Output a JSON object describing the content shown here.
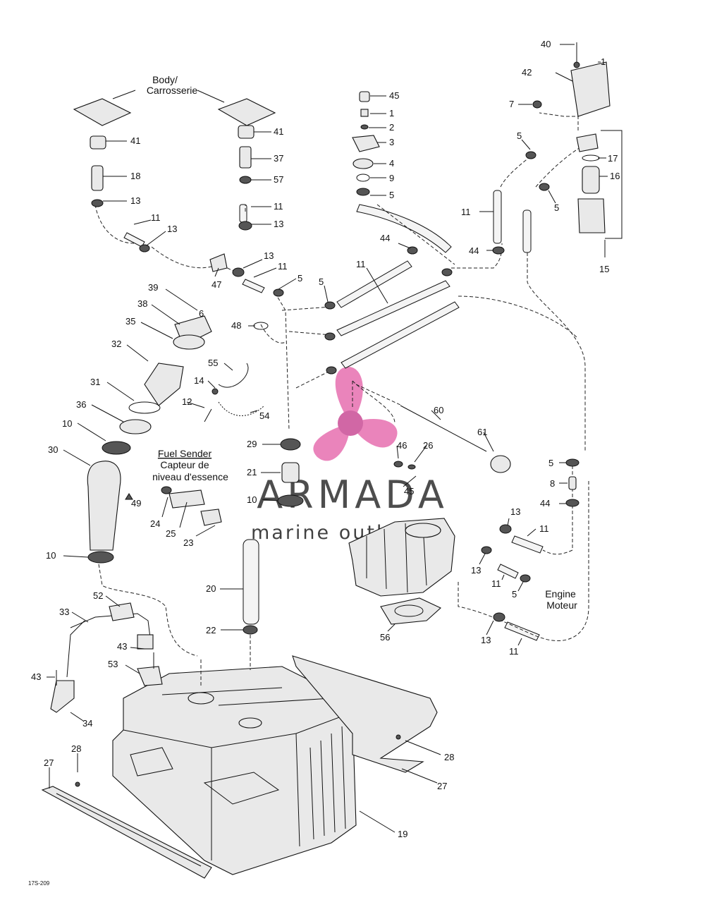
{
  "diagram": {
    "figure_code": "17S-209",
    "notes": {
      "body": [
        "Body/",
        "Carrosserie"
      ],
      "fuel_sender": [
        "Fuel Sender",
        "Capteur de",
        "niveau d'essence"
      ],
      "engine": [
        "Engine",
        "Moteur"
      ]
    },
    "watermark": {
      "brand": "ARMADA",
      "tagline": "marine outboards",
      "colors": {
        "propeller": "#e76fb0",
        "hub": "#c94d96",
        "text": "#8f8f8f"
      }
    },
    "callouts": [
      {
        "id": "c40",
        "text": "40"
      },
      {
        "id": "c1a",
        "text": "1"
      },
      {
        "id": "c42",
        "text": "42"
      },
      {
        "id": "c7",
        "text": "7"
      },
      {
        "id": "c5a",
        "text": "5"
      },
      {
        "id": "c17",
        "text": "17"
      },
      {
        "id": "c16",
        "text": "16"
      },
      {
        "id": "c5b",
        "text": "5"
      },
      {
        "id": "c11a",
        "text": "11"
      },
      {
        "id": "c15",
        "text": "15"
      },
      {
        "id": "c44a",
        "text": "44"
      },
      {
        "id": "c45a",
        "text": "45"
      },
      {
        "id": "c1b",
        "text": "1"
      },
      {
        "id": "c2",
        "text": "2"
      },
      {
        "id": "c3",
        "text": "3"
      },
      {
        "id": "c4",
        "text": "4"
      },
      {
        "id": "c9",
        "text": "9"
      },
      {
        "id": "c5c",
        "text": "5"
      },
      {
        "id": "c44b",
        "text": "44"
      },
      {
        "id": "c11b",
        "text": "11"
      },
      {
        "id": "c41a",
        "text": "41"
      },
      {
        "id": "c18",
        "text": "18"
      },
      {
        "id": "c13a",
        "text": "13"
      },
      {
        "id": "c11c",
        "text": "11"
      },
      {
        "id": "c13b",
        "text": "13"
      },
      {
        "id": "c41b",
        "text": "41"
      },
      {
        "id": "c37",
        "text": "37"
      },
      {
        "id": "c57",
        "text": "57"
      },
      {
        "id": "c11d",
        "text": "11"
      },
      {
        "id": "c13c",
        "text": "13"
      },
      {
        "id": "c13d",
        "text": "13"
      },
      {
        "id": "c11e",
        "text": "11"
      },
      {
        "id": "c47",
        "text": "47"
      },
      {
        "id": "c5d",
        "text": "5"
      },
      {
        "id": "c5e",
        "text": "5"
      },
      {
        "id": "c39",
        "text": "39"
      },
      {
        "id": "c6",
        "text": "6"
      },
      {
        "id": "c38",
        "text": "38"
      },
      {
        "id": "c35",
        "text": "35"
      },
      {
        "id": "c48",
        "text": "48"
      },
      {
        "id": "c32",
        "text": "32"
      },
      {
        "id": "c55",
        "text": "55"
      },
      {
        "id": "c14",
        "text": "14"
      },
      {
        "id": "c31",
        "text": "31"
      },
      {
        "id": "c12",
        "text": "12"
      },
      {
        "id": "c54",
        "text": "54"
      },
      {
        "id": "c36",
        "text": "36"
      },
      {
        "id": "c10a",
        "text": "10"
      },
      {
        "id": "c30",
        "text": "30"
      },
      {
        "id": "c29",
        "text": "29"
      },
      {
        "id": "c60",
        "text": "60"
      },
      {
        "id": "c61",
        "text": "61"
      },
      {
        "id": "c46a",
        "text": "46"
      },
      {
        "id": "c26",
        "text": "26"
      },
      {
        "id": "c21",
        "text": "21"
      },
      {
        "id": "c45b",
        "text": "45"
      },
      {
        "id": "c10b",
        "text": "10"
      },
      {
        "id": "c49",
        "text": "49"
      },
      {
        "id": "c24",
        "text": "24"
      },
      {
        "id": "c25",
        "text": "25"
      },
      {
        "id": "c23",
        "text": "23"
      },
      {
        "id": "c5f",
        "text": "5"
      },
      {
        "id": "c8",
        "text": "8"
      },
      {
        "id": "c44c",
        "text": "44"
      },
      {
        "id": "c13e",
        "text": "13"
      },
      {
        "id": "c11f",
        "text": "11"
      },
      {
        "id": "c13f",
        "text": "13"
      },
      {
        "id": "c11g",
        "text": "11"
      },
      {
        "id": "c5g",
        "text": "5"
      },
      {
        "id": "c10c",
        "text": "10"
      },
      {
        "id": "c20",
        "text": "20"
      },
      {
        "id": "c52",
        "text": "52"
      },
      {
        "id": "c33",
        "text": "33"
      },
      {
        "id": "c56",
        "text": "56"
      },
      {
        "id": "c13g",
        "text": "13"
      },
      {
        "id": "c11h",
        "text": "11"
      },
      {
        "id": "c22",
        "text": "22"
      },
      {
        "id": "c43a",
        "text": "43"
      },
      {
        "id": "c53",
        "text": "53"
      },
      {
        "id": "c43b",
        "text": "43"
      },
      {
        "id": "c34",
        "text": "34"
      },
      {
        "id": "c28a",
        "text": "28"
      },
      {
        "id": "c27a",
        "text": "27"
      },
      {
        "id": "c28b",
        "text": "28"
      },
      {
        "id": "c27b",
        "text": "27"
      },
      {
        "id": "c19",
        "text": "19"
      }
    ]
  }
}
